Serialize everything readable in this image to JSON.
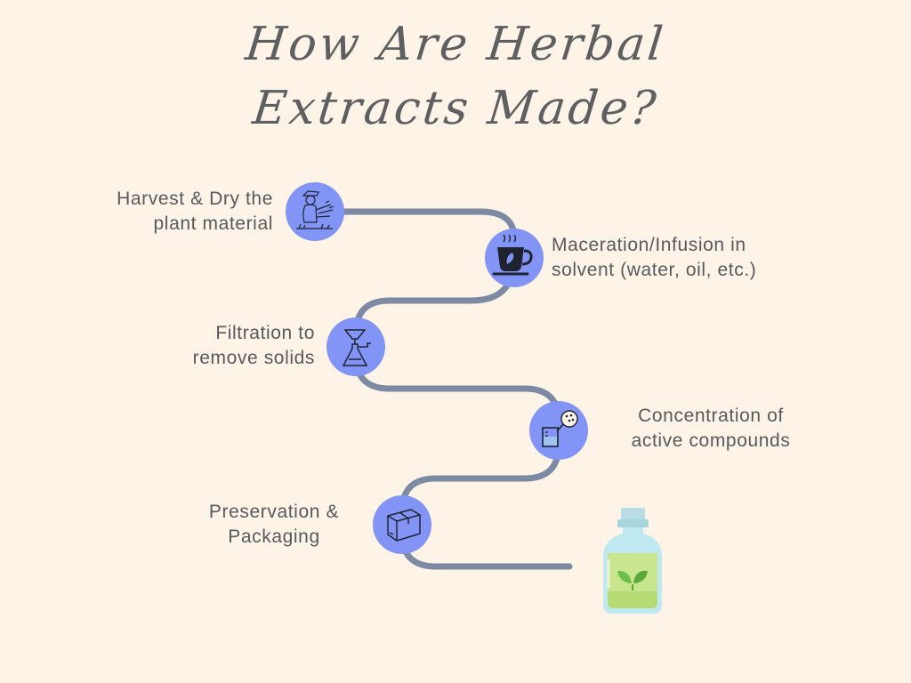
{
  "title": {
    "line1": "How Are Herbal",
    "line2": "Extracts Made?"
  },
  "steps": [
    {
      "line1": "Harvest & Dry the",
      "line2": "plant material",
      "icon": "farmer-harvest-icon"
    },
    {
      "line1": "Maceration/Infusion in",
      "line2": "solvent (water, oil, etc.)",
      "icon": "tea-cup-icon"
    },
    {
      "line1": "Filtration to",
      "line2": "remove solids",
      "icon": "filter-flask-icon"
    },
    {
      "line1": "Concentration of",
      "line2": "active compounds",
      "icon": "beaker-dropper-icon"
    },
    {
      "line1": "Preservation &",
      "line2": "Packaging",
      "icon": "box-package-icon"
    }
  ],
  "colors": {
    "background": "#fdf3e6",
    "path": "#7c8aa3",
    "circle": "#8295f6",
    "text": "#565a5d",
    "bottle_glass": "#bfe9f0",
    "bottle_liquid": "#c9e68e",
    "leaf": "#6cc04a"
  }
}
